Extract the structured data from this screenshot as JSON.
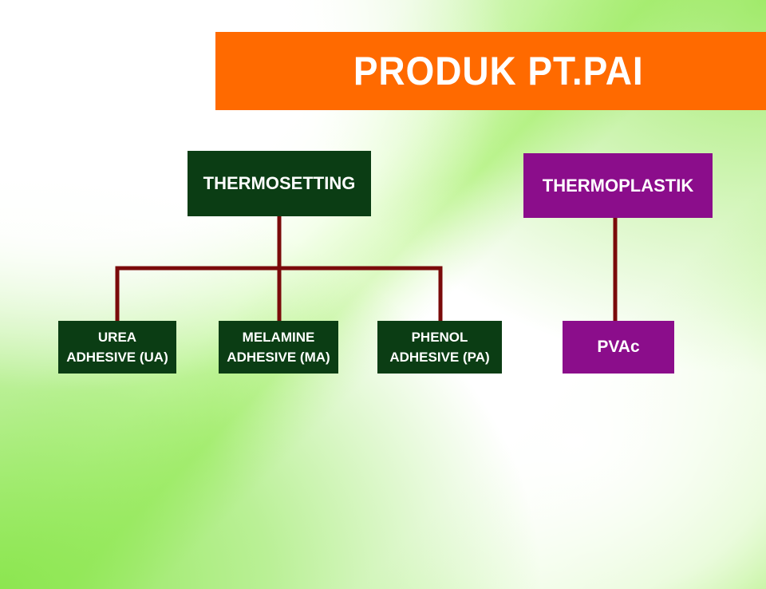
{
  "title": "PRODUK PT.PAI",
  "colors": {
    "banner": "#ff6a00",
    "thermosetting_boxes": "#0b3d14",
    "thermoplastik_boxes": "#8b0d8b",
    "connector": "#7a0a0a"
  },
  "diagram": {
    "thermosetting": {
      "label": "THERMOSETTING",
      "children": [
        {
          "line1": "UREA",
          "line2": "ADHESIVE (UA)"
        },
        {
          "line1": "MELAMINE",
          "line2": "ADHESIVE (MA)"
        },
        {
          "line1": "PHENOL",
          "line2": "ADHESIVE (PA)"
        }
      ]
    },
    "thermoplastik": {
      "label": "THERMOPLASTIK",
      "children": [
        {
          "label": "PVAc"
        }
      ]
    }
  }
}
